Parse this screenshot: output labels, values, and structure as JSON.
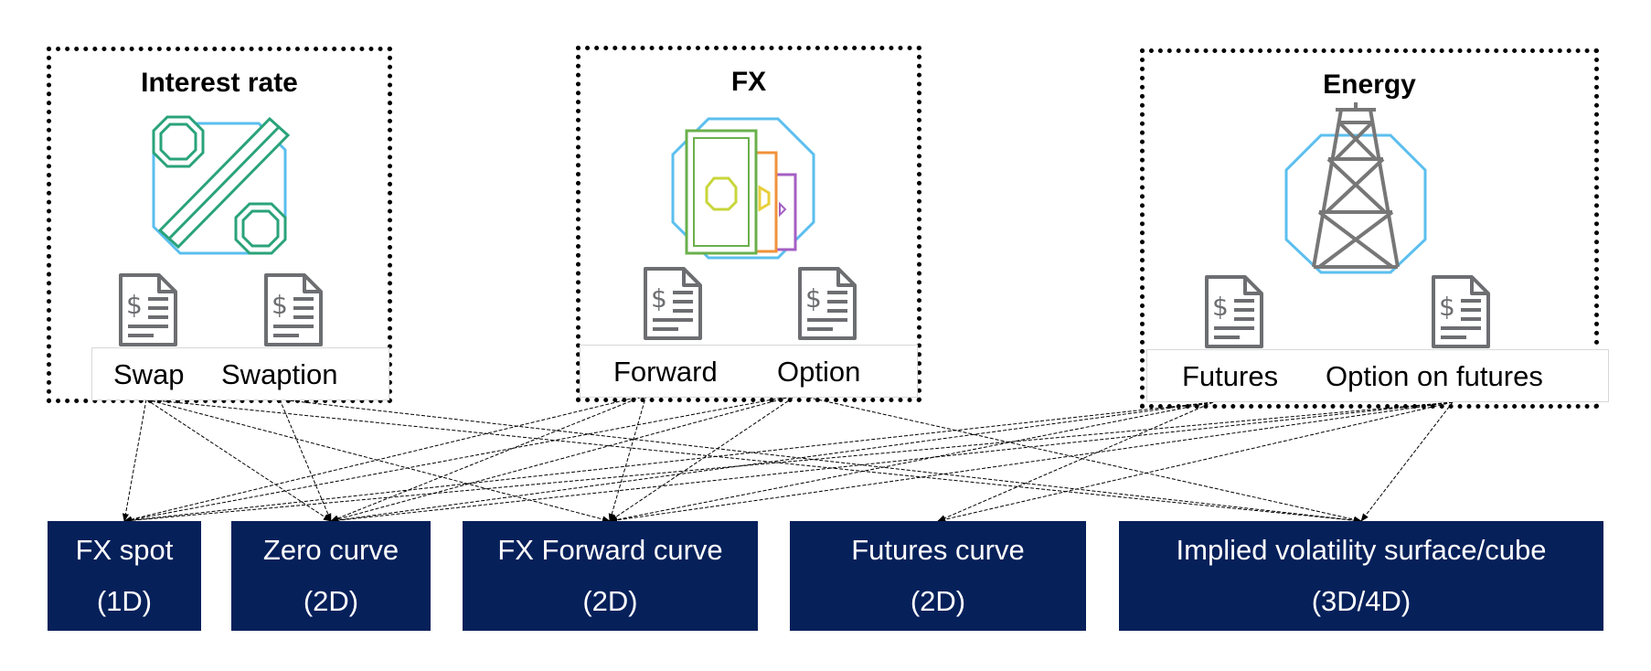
{
  "groups": {
    "interest_rate": {
      "title": "Interest rate",
      "instruments": [
        "Swap",
        "Swaption"
      ]
    },
    "fx": {
      "title": "FX",
      "instruments": [
        "Forward",
        "Option"
      ]
    },
    "energy": {
      "title": "Energy",
      "instruments": [
        "Futures",
        "Option on futures"
      ]
    }
  },
  "targets": [
    {
      "name": "FX spot",
      "dim": "(1D)"
    },
    {
      "name": "Zero curve",
      "dim": "(2D)"
    },
    {
      "name": "FX Forward curve",
      "dim": "(2D)"
    },
    {
      "name": "Futures curve",
      "dim": "(2D)"
    },
    {
      "name": "Implied volatility surface/cube",
      "dim": "(3D/4D)"
    }
  ],
  "edges": [
    [
      "swap",
      "fx_spot"
    ],
    [
      "swap",
      "zero_curve"
    ],
    [
      "swap",
      "fx_forward_curve"
    ],
    [
      "swap",
      "implied_vol"
    ],
    [
      "swaption",
      "zero_curve"
    ],
    [
      "swaption",
      "implied_vol"
    ],
    [
      "forward",
      "fx_spot"
    ],
    [
      "forward",
      "zero_curve"
    ],
    [
      "forward",
      "fx_forward_curve"
    ],
    [
      "option",
      "fx_spot"
    ],
    [
      "option",
      "zero_curve"
    ],
    [
      "option",
      "fx_forward_curve"
    ],
    [
      "option",
      "implied_vol"
    ],
    [
      "futures",
      "fx_spot"
    ],
    [
      "futures",
      "zero_curve"
    ],
    [
      "futures",
      "fx_forward_curve"
    ],
    [
      "futures",
      "futures_curve"
    ],
    [
      "option_on_futures",
      "fx_spot"
    ],
    [
      "option_on_futures",
      "zero_curve"
    ],
    [
      "option_on_futures",
      "fx_forward_curve"
    ],
    [
      "option_on_futures",
      "futures_curve"
    ],
    [
      "option_on_futures",
      "implied_vol"
    ]
  ],
  "colors": {
    "target_fill": "#06205a",
    "target_text": "#ffffff",
    "accent_green": "#2aa37a",
    "accent_blue": "#5bbfee",
    "doc_gray": "#6d6e71"
  },
  "icons": [
    "percent-icon",
    "banknotes-icon",
    "oil-derrick-icon",
    "dollar-document-icon"
  ]
}
